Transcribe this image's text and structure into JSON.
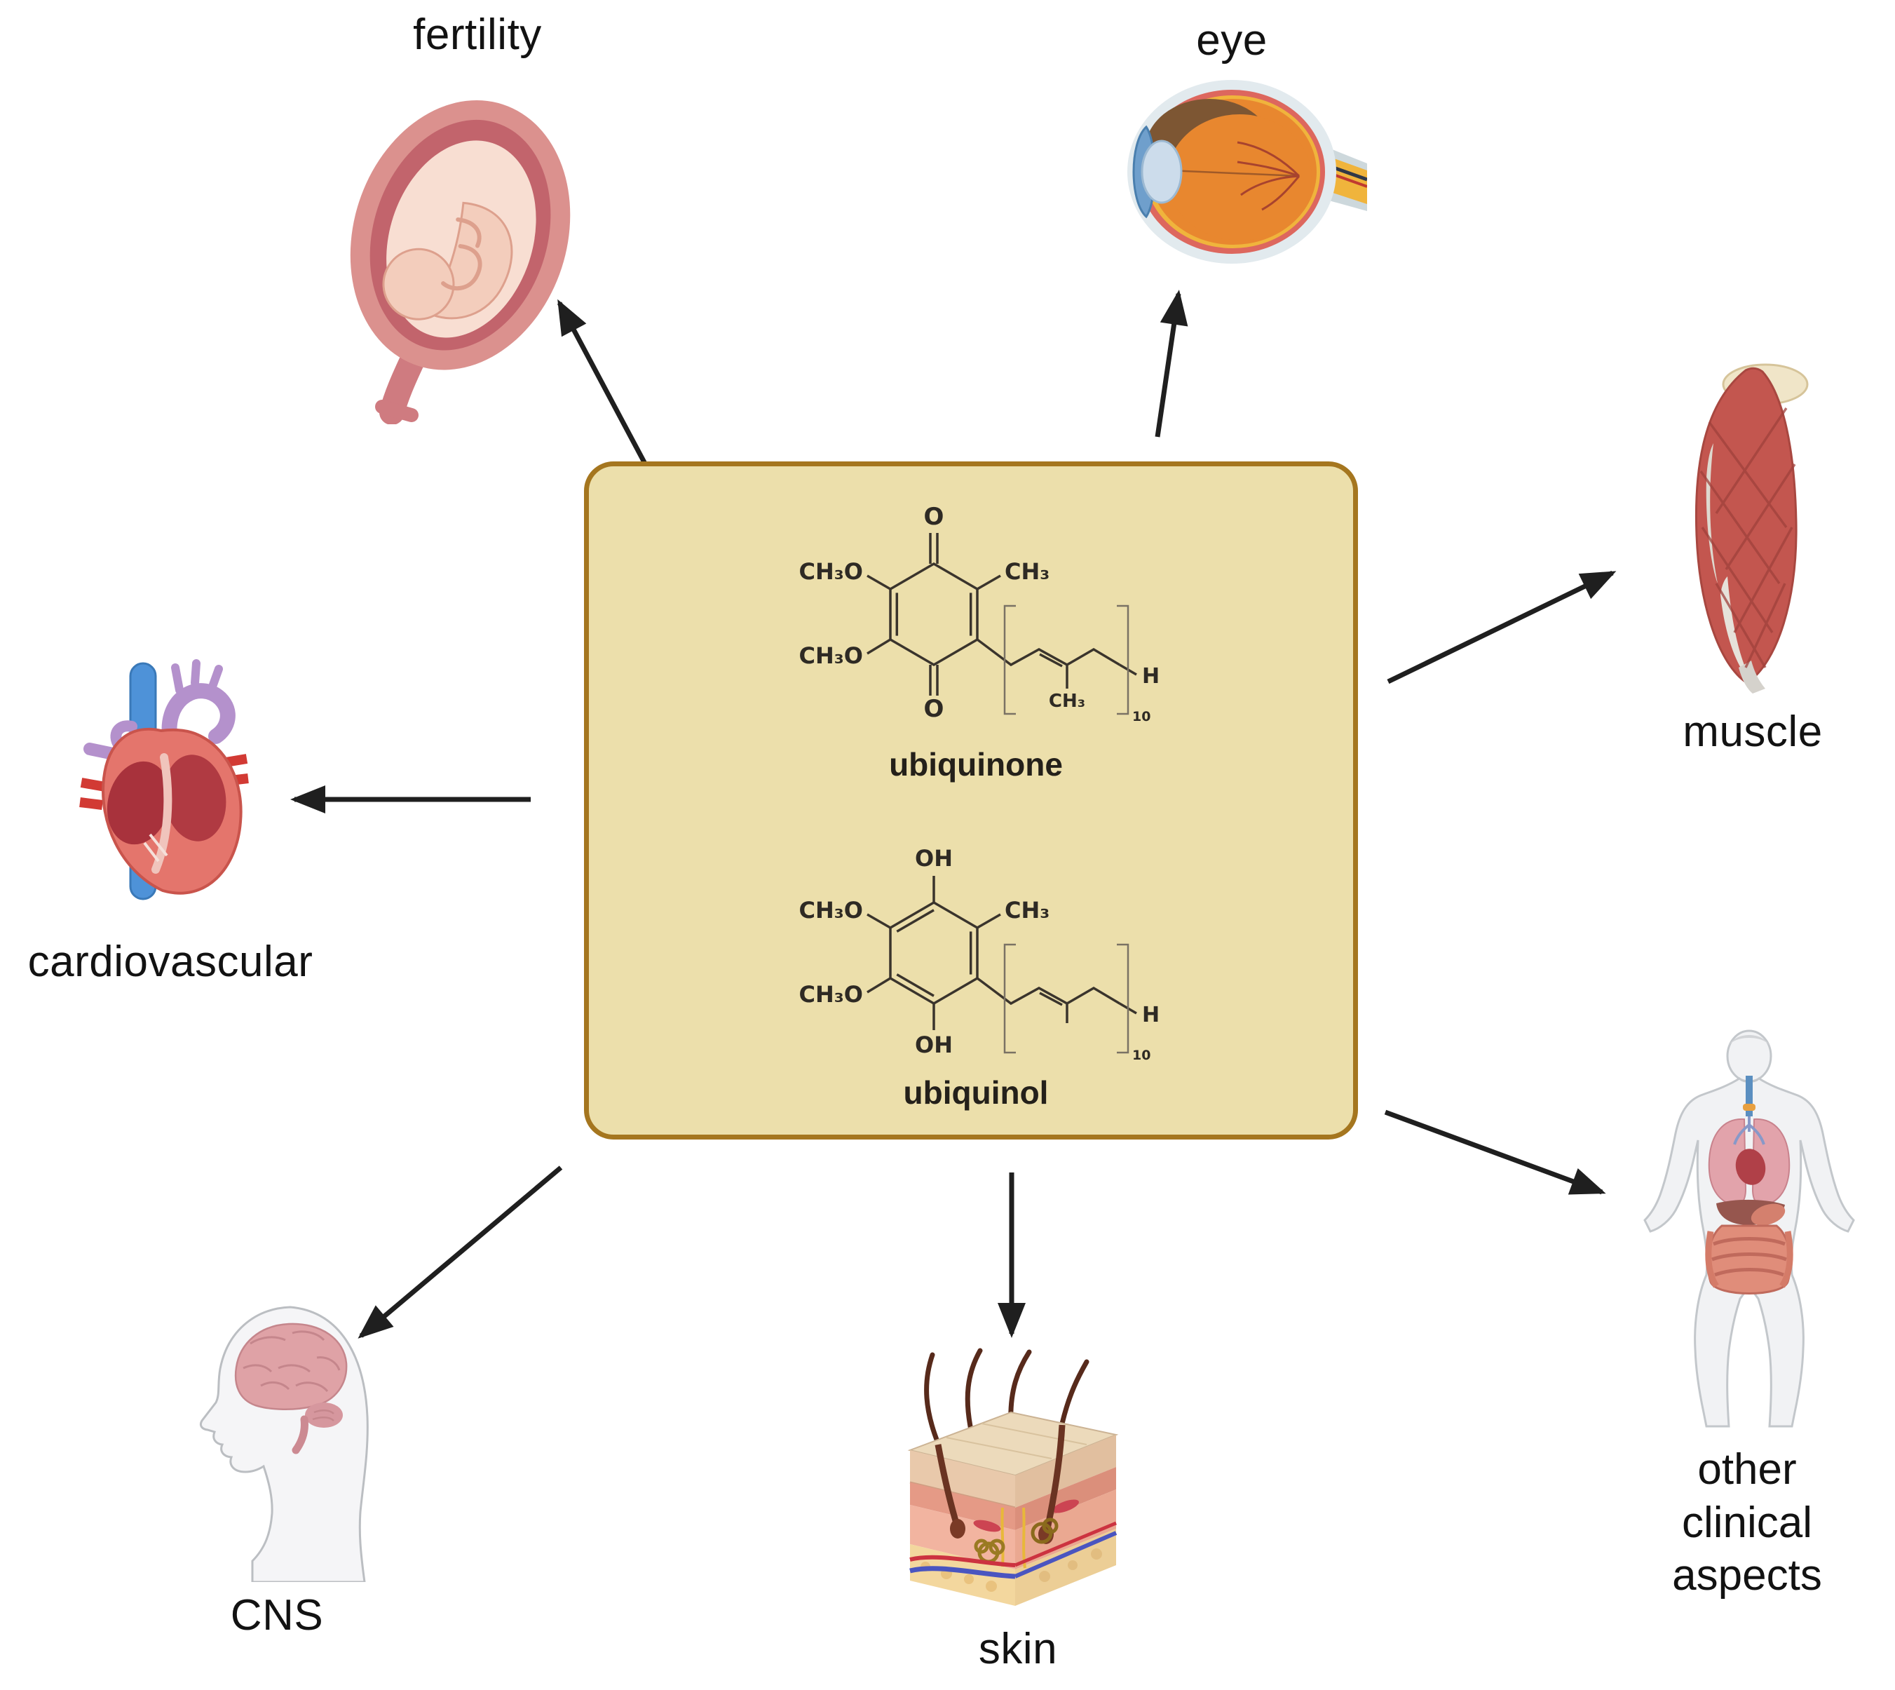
{
  "panel": {
    "molecules": {
      "ubiquinone": {
        "name": "ubiquinone",
        "carbonyl_top": "O",
        "carbonyl_bottom": "O",
        "methoxy_top": "CH₃O",
        "methoxy_bottom": "CH₃O",
        "ring_methyl": "CH₃",
        "chain_methyl": "CH₃",
        "chain_hydrogen": "H",
        "repeat_count": "10"
      },
      "ubiquinol": {
        "name": "ubiquinol",
        "hydroxyl_top": "OH",
        "hydroxyl_bottom": "OH",
        "methoxy_top": "CH₃O",
        "methoxy_bottom": "CH₃O",
        "ring_methyl": "CH₃",
        "chain_hydrogen": "H",
        "repeat_count": "10"
      }
    }
  },
  "organs": {
    "fertility": {
      "label": "fertility"
    },
    "eye": {
      "label": "eye"
    },
    "muscle": {
      "label": "muscle"
    },
    "cardiovascular": {
      "label": "cardiovascular"
    },
    "cns": {
      "label": "CNS"
    },
    "skin": {
      "label": "skin"
    },
    "other": {
      "label_line1": "other clinical",
      "label_line2": "aspects"
    }
  },
  "colors": {
    "background": "#ffffff",
    "panel_fill": "#ecdfab",
    "panel_border": "#a5761f",
    "arrow": "#1f1f1f",
    "label_text": "#121212",
    "bond": "#3a342c"
  }
}
